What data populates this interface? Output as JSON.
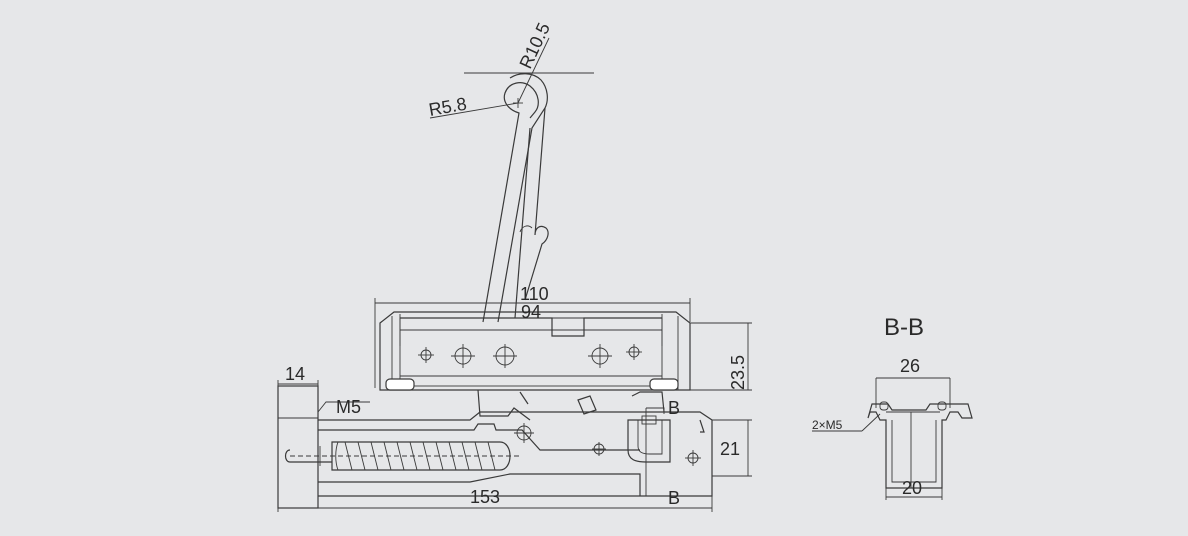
{
  "main_view": {
    "radius_large": "R10.5",
    "radius_small": "R5.8",
    "width_overall": "110",
    "width_holes": "94",
    "height_bracket": "23.5",
    "flange_width": "14",
    "thread_label": "M5",
    "length_overall": "153",
    "height_lower": "21",
    "section_marker": "B"
  },
  "section_view": {
    "title": "B-B",
    "top_width": "26",
    "bottom_width": "20",
    "thread_label": "2×M5"
  },
  "colors": {
    "background": "#e6e7e9",
    "line": "#3a3a3a"
  }
}
